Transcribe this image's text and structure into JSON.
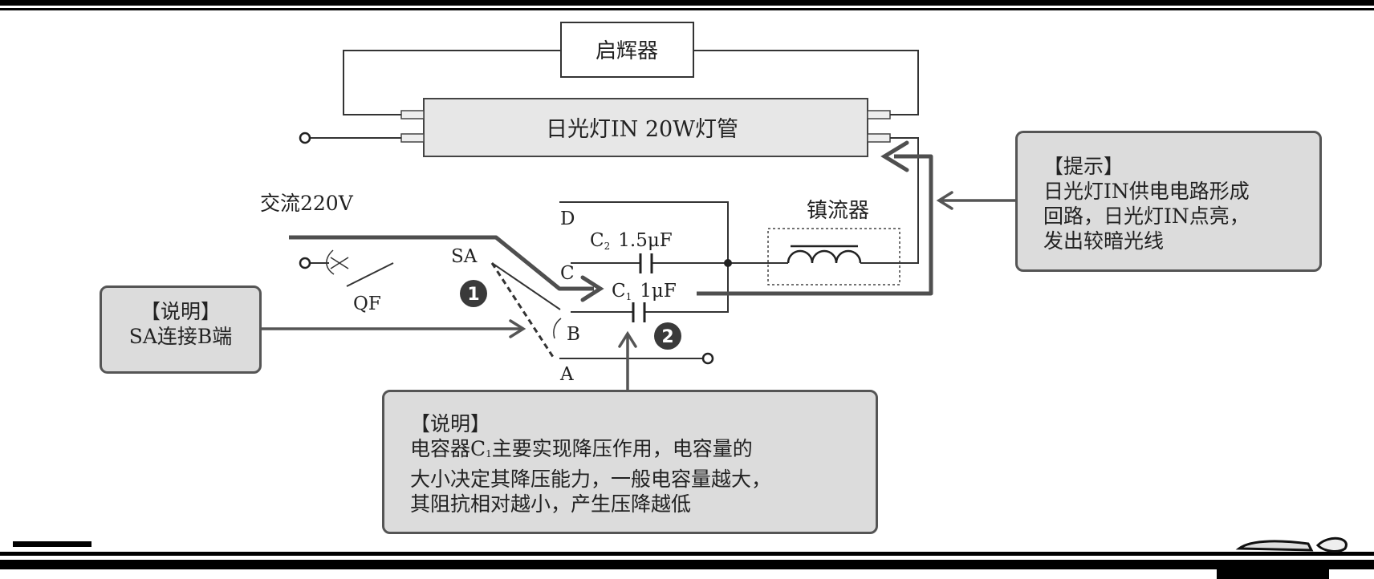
{
  "starter": {
    "label": "启辉器"
  },
  "tube": {
    "label": "日光灯IN 20W灯管"
  },
  "supply": {
    "label": "交流220V"
  },
  "ballast": {
    "label": "镇流器"
  },
  "switches": {
    "sa": "SA",
    "qf": "QF"
  },
  "terminals": {
    "a": "A",
    "b": "B",
    "c": "C",
    "d": "D"
  },
  "capacitors": {
    "c2": {
      "name": "C",
      "sub": "2",
      "value": "1.5μF"
    },
    "c1": {
      "name": "C",
      "sub": "1",
      "value": "1μF"
    }
  },
  "markers": {
    "m1": "1",
    "m2": "2"
  },
  "notes": {
    "left": {
      "title": "【说明】",
      "line1": "SA连接B端"
    },
    "bottom": {
      "title": "【说明】",
      "l1_pre": "电容器C",
      "l1_sub": "1",
      "l1_post": "主要实现降压作用，电容量的",
      "line2": "大小决定其降压能力，一般电容量越大，",
      "line3": "其阻抗相对越小，产生压降越低"
    },
    "right": {
      "title": "【提示】",
      "line1": "日光灯IN供电电路形成",
      "line2": "回路，日光灯IN点亮，",
      "line3": "发出较暗光线"
    }
  },
  "colors": {
    "wire": "#333333",
    "highlight": "#4f4f4f",
    "callout_fill": "#dcdcdc",
    "marker_fill": "#3a3a3a"
  }
}
